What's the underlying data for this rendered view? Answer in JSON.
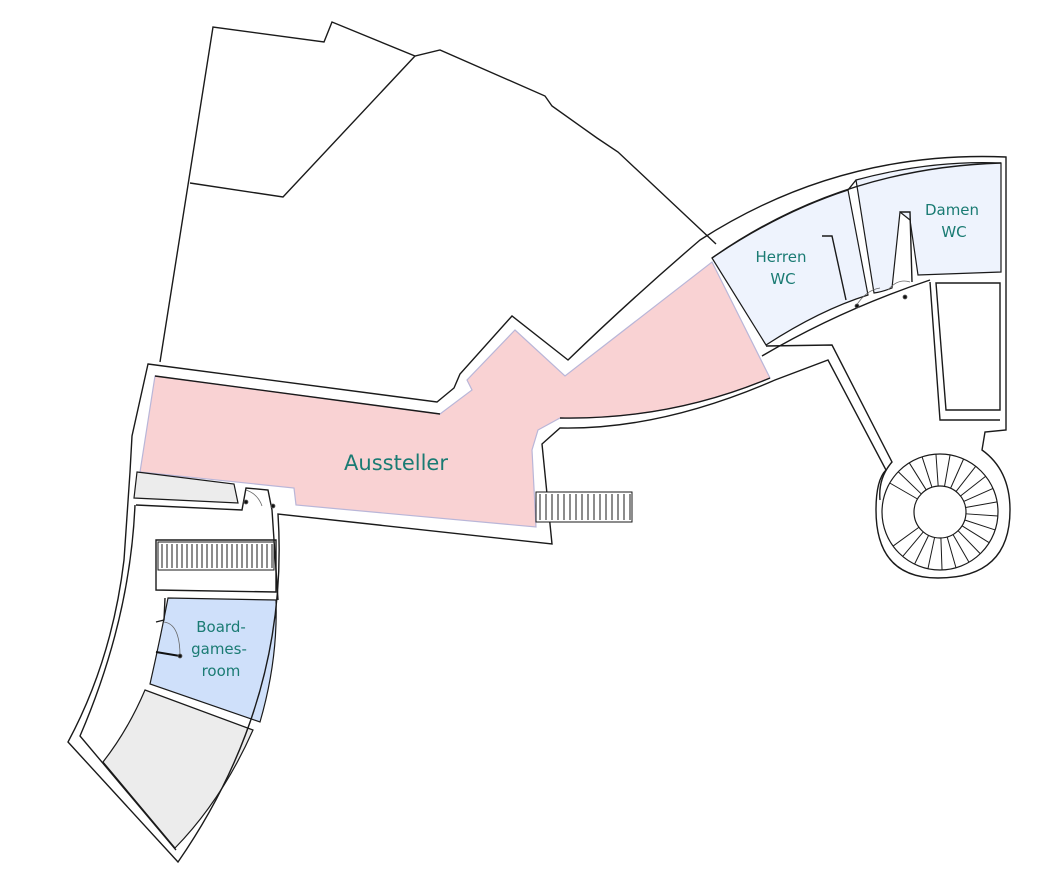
{
  "colors": {
    "exhibitor_fill": "#f9d2d3",
    "wc_fill": "#eef3fd",
    "boardgames_fill": "#cfe0fa",
    "storage_fill": "#ececec",
    "label": "#1a7b73",
    "wall": "#1a1a1a"
  },
  "rooms": {
    "exhibitors": {
      "label": "Aussteller"
    },
    "mens_wc": {
      "label_line1": "Herren",
      "label_line2": "WC"
    },
    "womens_wc": {
      "label_line1": "Damen",
      "label_line2": "WC"
    },
    "boardgames": {
      "label_line1": "Board-",
      "label_line2": "games-",
      "label_line3": "room"
    }
  }
}
